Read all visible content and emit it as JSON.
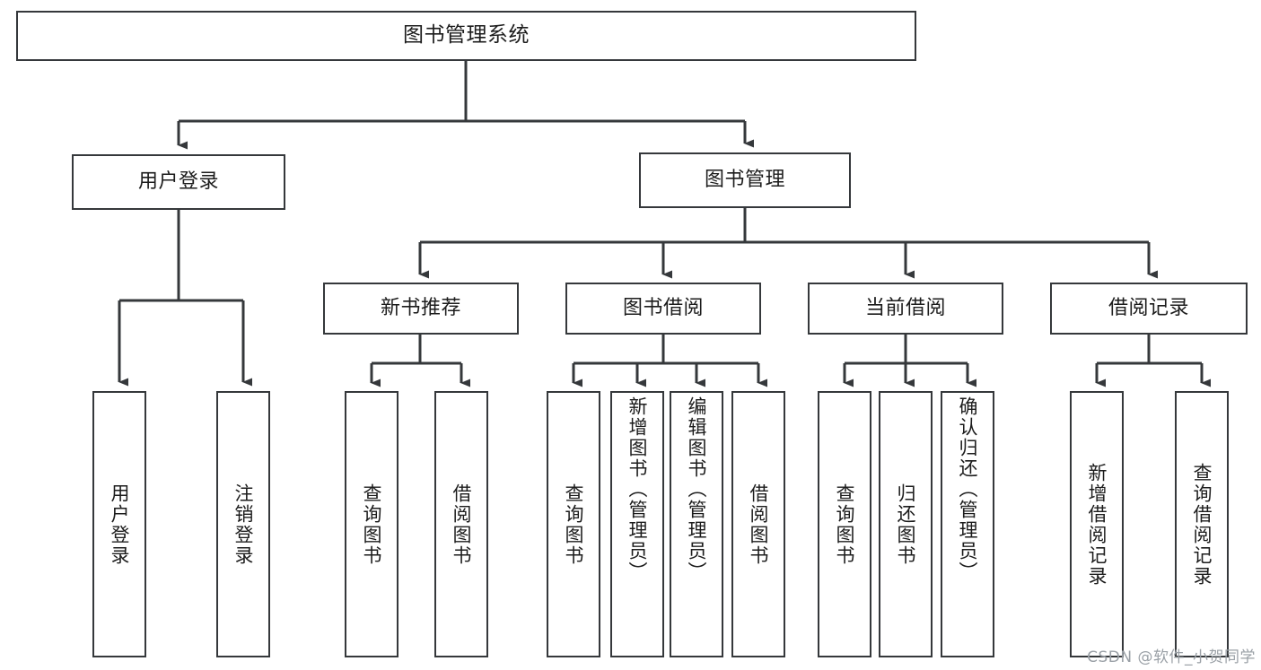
{
  "diagram": {
    "type": "tree-hierarchy",
    "title": "图书管理系统",
    "levels": 4,
    "root": {
      "id": "root",
      "label": "图书管理系统",
      "orientation": "horizontal"
    },
    "level2": [
      {
        "id": "user-login",
        "label": "用户登录",
        "orientation": "horizontal"
      },
      {
        "id": "book-manage",
        "label": "图书管理",
        "orientation": "horizontal"
      }
    ],
    "level3": [
      {
        "id": "new-book-recommend",
        "label": "新书推荐",
        "orientation": "horizontal",
        "parent": "book-manage"
      },
      {
        "id": "book-borrow",
        "label": "图书借阅",
        "orientation": "horizontal",
        "parent": "book-manage"
      },
      {
        "id": "current-borrow",
        "label": "当前借阅",
        "orientation": "horizontal",
        "parent": "book-manage"
      },
      {
        "id": "borrow-record",
        "label": "借阅记录",
        "orientation": "horizontal",
        "parent": "book-manage"
      }
    ],
    "leaves": [
      {
        "id": "leaf-user-login",
        "label": "用户登录",
        "orientation": "vertical",
        "parent": "user-login"
      },
      {
        "id": "leaf-logout",
        "label": "注销登录",
        "orientation": "vertical",
        "parent": "user-login"
      },
      {
        "id": "leaf-query-book-1",
        "label": "查询图书",
        "orientation": "vertical",
        "parent": "new-book-recommend"
      },
      {
        "id": "leaf-borrow-book-1",
        "label": "借阅图书",
        "orientation": "vertical",
        "parent": "new-book-recommend"
      },
      {
        "id": "leaf-query-book-2",
        "label": "查询图书",
        "orientation": "vertical",
        "parent": "book-borrow"
      },
      {
        "id": "leaf-add-book",
        "label": "新增图书（管理员）",
        "orientation": "vertical",
        "parent": "book-borrow"
      },
      {
        "id": "leaf-edit-book",
        "label": "编辑图书（管理员）",
        "orientation": "vertical",
        "parent": "book-borrow"
      },
      {
        "id": "leaf-borrow-book-2",
        "label": "借阅图书",
        "orientation": "vertical",
        "parent": "book-borrow"
      },
      {
        "id": "leaf-query-book-3",
        "label": "查询图书",
        "orientation": "vertical",
        "parent": "current-borrow"
      },
      {
        "id": "leaf-return-book",
        "label": "归还图书",
        "orientation": "vertical",
        "parent": "current-borrow"
      },
      {
        "id": "leaf-confirm-return",
        "label": "确认归还（管理员）",
        "orientation": "vertical",
        "parent": "current-borrow"
      },
      {
        "id": "leaf-add-record",
        "label": "新增借阅记录",
        "orientation": "vertical",
        "parent": "borrow-record"
      },
      {
        "id": "leaf-query-record",
        "label": "查询借阅记录",
        "orientation": "vertical",
        "parent": "borrow-record"
      }
    ],
    "colors": {
      "stroke": "#35383b",
      "text": "#1c1c1c",
      "background": "#ffffff",
      "watermark": "#9aa0a6"
    }
  },
  "watermark": {
    "text": "CSDN @软件_小贺同学"
  }
}
